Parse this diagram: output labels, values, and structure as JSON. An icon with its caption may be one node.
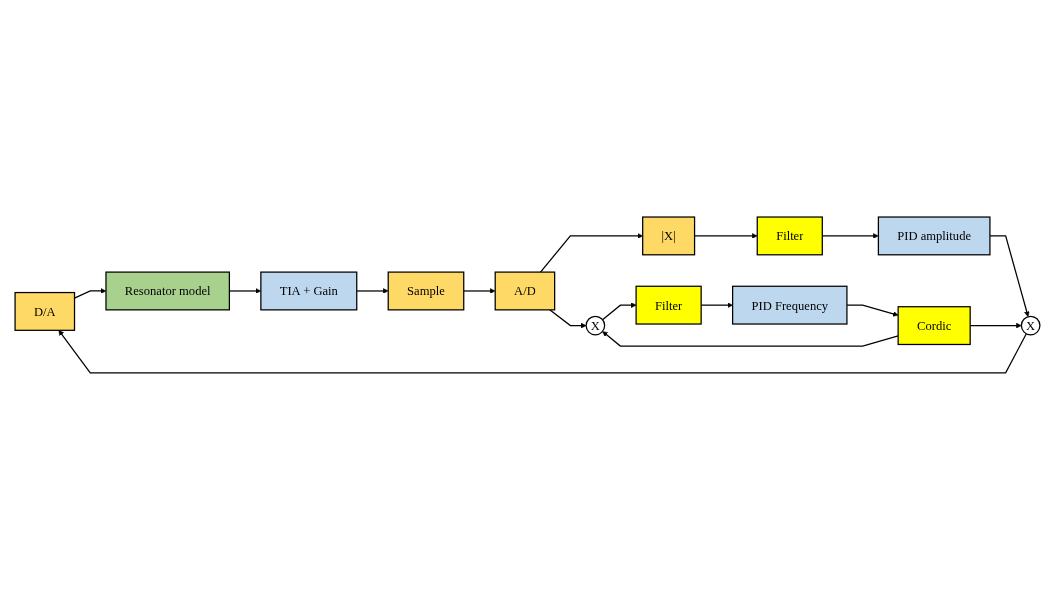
{
  "diagram": {
    "nodes": [
      {
        "text": [
          "D/A"
        ]
      },
      {
        "text": [
          "Resonator model"
        ]
      },
      {
        "text": [
          "TIA + Gain"
        ]
      },
      {
        "text": [
          "Sample"
        ]
      },
      {
        "text": [
          "A/D"
        ]
      },
      {
        "text": [
          "X"
        ]
      },
      {
        "text": [
          "PID amplitude"
        ]
      },
      {
        "text": [
          "Filter"
        ]
      },
      {
        "text": [
          "|X|"
        ]
      },
      {
        "text": [
          "Cordic"
        ]
      },
      {
        "text": [
          "PID Frequency"
        ]
      },
      {
        "text": [
          "Filter"
        ]
      },
      {
        "text": [
          "X"
        ]
      }
    ],
    "edges": [
      {
        "from": 0,
        "to": 1,
        "arrow": "to"
      },
      {
        "from": 1,
        "to": 2,
        "arrow": "to"
      },
      {
        "from": 2,
        "to": 3,
        "arrow": "to"
      },
      {
        "from": 3,
        "to": 4,
        "arrow": "to"
      },
      {
        "from": 4,
        "to": 8,
        "arrow": "to"
      },
      {
        "from": 4,
        "to": 12,
        "arrow": "to"
      },
      {
        "from": 8,
        "to": 7,
        "arrow": "to"
      },
      {
        "from": 7,
        "to": 6,
        "arrow": "to"
      },
      {
        "from": 6,
        "to": 5,
        "arrow": "to"
      },
      {
        "from": 5,
        "to": 0,
        "arrow": "to"
      },
      {
        "from": 12,
        "to": 11,
        "arrow": "to"
      },
      {
        "from": 11,
        "to": 10,
        "arrow": "to"
      },
      {
        "from": 10,
        "to": 9,
        "arrow": "to"
      },
      {
        "from": 9,
        "to": 5,
        "arrow": "to"
      },
      {
        "from": 9,
        "to": 12,
        "arrow": "to"
      }
    ]
  }
}
